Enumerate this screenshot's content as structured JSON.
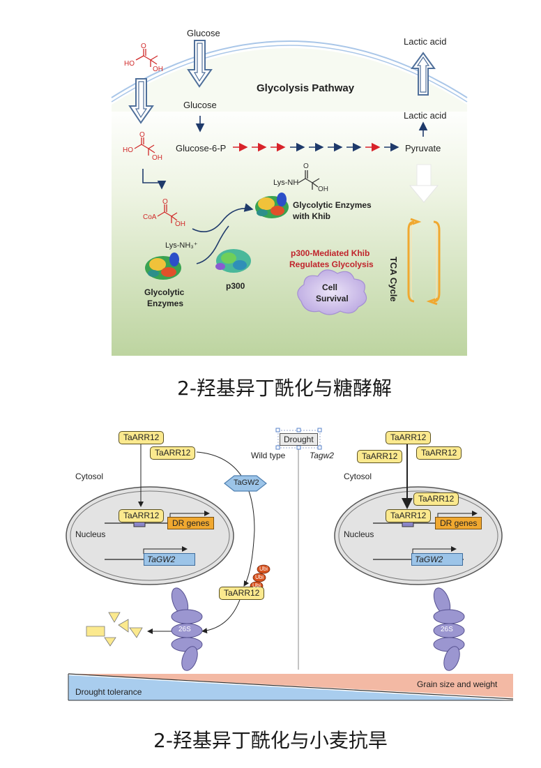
{
  "glycolysis": {
    "title": "Glycolysis Pathway",
    "glucose_out": "Glucose",
    "glucose_in": "Glucose",
    "glucose6p": "Glucose-6-P",
    "pyruvate": "Pyruvate",
    "lactic_in": "Lactic acid",
    "lactic_out": "Lactic acid",
    "lys_nh": "Lys-NH",
    "lys_nh3": "Lys-NH₃⁺",
    "enzymes_khib_1": "Glycolytic Enzymes",
    "enzymes_khib_2": "with Khib",
    "enzymes_1": "Glycolytic",
    "enzymes_2": "Enzymes",
    "p300": "p300",
    "p300_text_1": "p300-Mediated Khib",
    "p300_text_2": "Regulates Glycolysis",
    "cell_1": "Cell",
    "cell_2": "Survival",
    "tca": "TCA Cycle",
    "coa": "CoA",
    "ho": "HO",
    "oh": "OH",
    "o": "O"
  },
  "caption1": "2-羟基异丁酰化与糖酵解",
  "drought": {
    "drought_label": "Drought",
    "wild_type": "Wild type",
    "mutant": "Tagw2",
    "cytosol_left": "Cytosol",
    "cytosol_right": "Cytosol",
    "nucleus_left": "Nucleus",
    "nucleus_right": "Nucleus",
    "taarr12": "TaARR12",
    "tagw2_protein": "TaGW2",
    "dr_genes": "DR genes",
    "tagw2_gene": "TaGW2",
    "ubi": "Ubi",
    "proteasome": "26S",
    "grain_size": "Grain size and weight",
    "drought_tolerance": "Drought tolerance"
  },
  "caption2": "2-羟基异丁酰化与小麦抗旱",
  "colors": {
    "panel_top": "#ffffff",
    "panel_bottom": "#bcd39f",
    "red_arrow": "#d8232a",
    "navy_arrow": "#1f3a6b",
    "yellow_box": "#fbe98e",
    "orange_box": "#f0a830",
    "blue_gene": "#9cc4e8",
    "proteasome": "#9b96d0",
    "pink_bar": "#f3b9a4",
    "blue_bar": "#a9cdee"
  }
}
